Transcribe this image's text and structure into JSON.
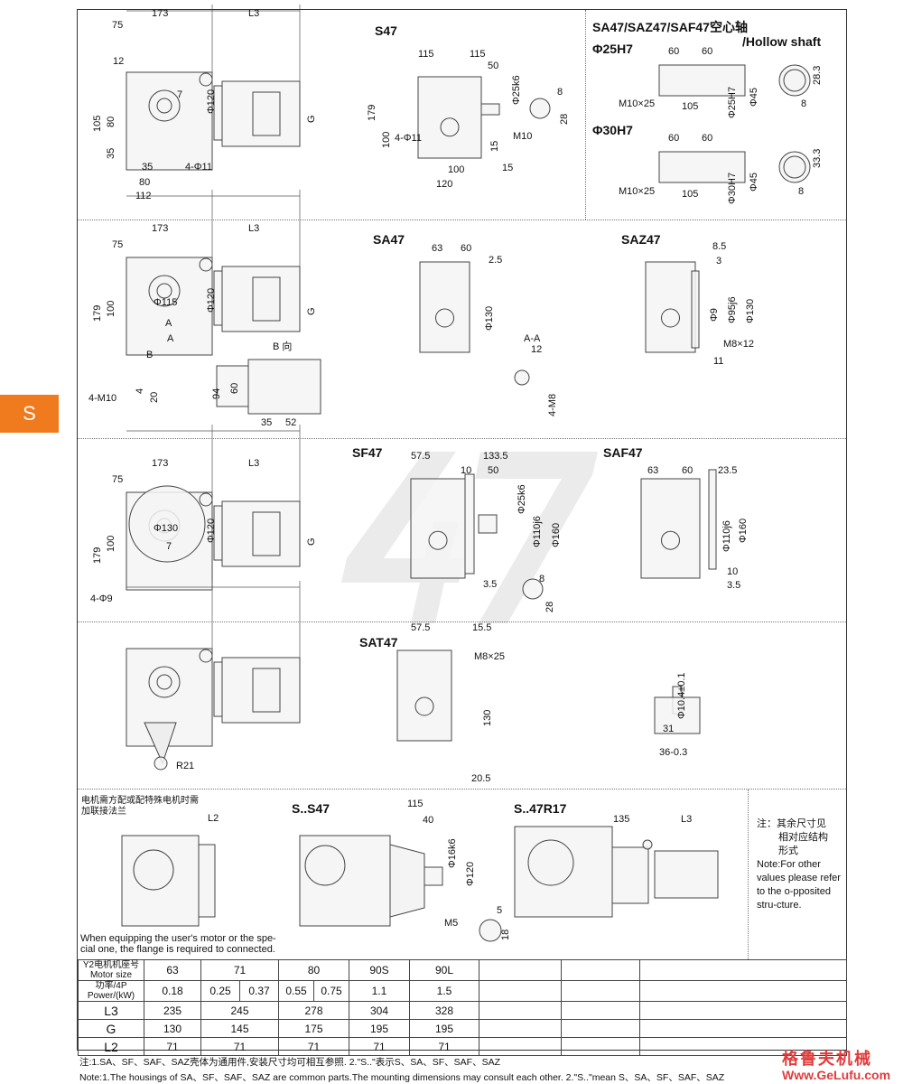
{
  "section_tab": "S",
  "watermark": "47",
  "drawings": {
    "s47_main": {
      "dims": [
        "173",
        "L3",
        "75",
        "12",
        "105",
        "80",
        "35",
        "35",
        "4-Φ11",
        "80",
        "112",
        "Φ120",
        "G",
        "7"
      ]
    },
    "s47": {
      "title": "S47",
      "dims": [
        "115",
        "115",
        "50",
        "179",
        "100",
        "4-Φ11",
        "100",
        "120",
        "15",
        "15",
        "Φ25k6",
        "M10",
        "8",
        "28"
      ]
    },
    "hollow": {
      "title": "SA47/SAZ47/SAF47空心轴",
      "subtitle": "/Hollow shaft",
      "variants": [
        {
          "label": "Φ25H7",
          "dims": [
            "60",
            "60",
            "M10×25",
            "105",
            "Φ25H7",
            "Φ45",
            "28.3",
            "8"
          ]
        },
        {
          "label": "Φ30H7",
          "dims": [
            "60",
            "60",
            "M10×25",
            "105",
            "Φ30H7",
            "Φ45",
            "33.3",
            "8"
          ]
        }
      ]
    },
    "sa47_main": {
      "dims": [
        "173",
        "L3",
        "75",
        "179",
        "100",
        "Φ115",
        "Φ120",
        "G",
        "B",
        "A",
        "A",
        "4-M10",
        "4",
        "20",
        "B 向",
        "94",
        "60",
        "35",
        "52"
      ]
    },
    "sa47": {
      "title": "SA47",
      "dims": [
        "63",
        "60",
        "2.5",
        "Φ130",
        "A-A",
        "12",
        "4-M8"
      ]
    },
    "saz47": {
      "title": "SAZ47",
      "dims": [
        "8.5",
        "3",
        "Φ9",
        "Φ95j6",
        "Φ130",
        "M8×12",
        "11"
      ]
    },
    "sf47_main": {
      "dims": [
        "173",
        "L3",
        "75",
        "179",
        "100",
        "Φ130",
        "Φ120",
        "G",
        "4-Φ9",
        "7"
      ]
    },
    "sf47": {
      "title": "SF47",
      "dims": [
        "57.5",
        "133.5",
        "10",
        "50",
        "Φ25k6",
        "Φ110j6",
        "Φ160",
        "3.5",
        "8",
        "28"
      ]
    },
    "saf47": {
      "title": "SAF47",
      "dims": [
        "63",
        "60",
        "23.5",
        "Φ110j6",
        "Φ160",
        "10",
        "3.5"
      ]
    },
    "sat47": {
      "title": "SAT47",
      "dims": [
        "57.5",
        "15.5",
        "M8×25",
        "130",
        "20.5",
        "R21",
        "Φ10.4±0.1",
        "31",
        "36-0.3"
      ]
    },
    "flange": {
      "note_cn_1": "电机需方配或配特殊电机时需",
      "note_cn_2": "加联接法兰",
      "dims": [
        "L2"
      ],
      "note_en_1": "When equipping the user's motor or the spe-",
      "note_en_2": "cial one, the flange is required to connected."
    },
    "ss47": {
      "title": "S..S47",
      "dims": [
        "115",
        "40",
        "Φ16k6",
        "Φ120",
        "M5",
        "5",
        "18"
      ]
    },
    "s47r17": {
      "title": "S..47R17",
      "dims": [
        "135",
        "L3"
      ]
    }
  },
  "side_note": {
    "cn_1": "注：其余尺寸见",
    "cn_2": "相对应结构",
    "cn_3": "形式",
    "en": "Note:For other values please refer to the o-pposited stru-cture."
  },
  "table": {
    "motor_size_label_cn": "Y2电机机座号",
    "motor_size_label_en": "Motor size",
    "power_label_cn": "功率/4P",
    "power_label_en": "Power/(kW)",
    "motor_sizes": [
      "63",
      "71",
      "80",
      "90S",
      "90L"
    ],
    "powers": [
      "0.18",
      "0.25",
      "0.37",
      "0.55",
      "0.75",
      "1.1",
      "1.5"
    ],
    "rows": [
      {
        "label": "L3",
        "values": [
          "235",
          "245",
          "278",
          "304",
          "328"
        ]
      },
      {
        "label": "G",
        "values": [
          "130",
          "145",
          "175",
          "195",
          "195"
        ]
      },
      {
        "label": "L2",
        "values": [
          "71",
          "71",
          "71",
          "71",
          "71"
        ]
      }
    ]
  },
  "notes": {
    "cn": "注:1.SA、SF、SAF、SAZ壳体为通用件,安装尺寸均可相互参照. 2.\"S..\"表示S、SA、SF、SAF、SAZ",
    "en": "Note:1.The housings of SA、SF、SAF、SAZ are common parts.The mounting dimensions may consult each other. 2.\"S..\"mean S、SA、SF、SAF、SAZ"
  },
  "logo": {
    "cn": "格鲁夫机械",
    "en": "Www.GeLufu.com"
  },
  "colors": {
    "tab": "#f07a1e",
    "logo": "#e23b3b",
    "line": "#333333"
  }
}
